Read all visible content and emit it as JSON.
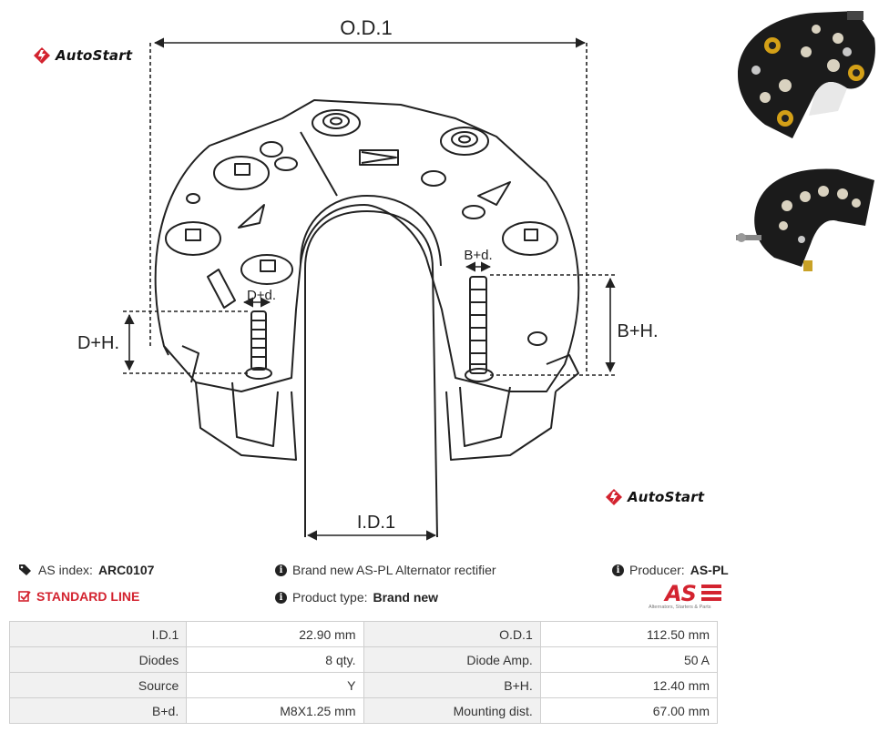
{
  "brand": {
    "name": "AutoStart",
    "accent": "#d3232f"
  },
  "dimensions": {
    "od1": "O.D.1",
    "id1": "I.D.1",
    "dh": "D+H.",
    "dd": "D+d.",
    "bh": "B+H.",
    "bd": "B+d."
  },
  "info": {
    "as_index_label": "AS index:",
    "as_index_value": "ARC0107",
    "standard_line": "STANDARD LINE",
    "description": "Brand new AS-PL Alternator rectifier",
    "product_type_label": "Product type:",
    "product_type_value": "Brand new",
    "producer_label": "Producer:",
    "producer_value": "AS-PL",
    "producer_logo_text": "AS",
    "producer_logo_tagline": "Alternators, Starters & Parts"
  },
  "spec_table": [
    {
      "l1": "I.D.1",
      "v1": "22.90 mm",
      "l2": "O.D.1",
      "v2": "112.50 mm"
    },
    {
      "l1": "Diodes",
      "v1": "8 qty.",
      "l2": "Diode Amp.",
      "v2": "50 A"
    },
    {
      "l1": "Source",
      "v1": "Y",
      "l2": "B+H.",
      "v2": "12.40 mm"
    },
    {
      "l1": "B+d.",
      "v1": "M8X1.25 mm",
      "l2": "Mounting dist.",
      "v2": "67.00 mm"
    }
  ]
}
